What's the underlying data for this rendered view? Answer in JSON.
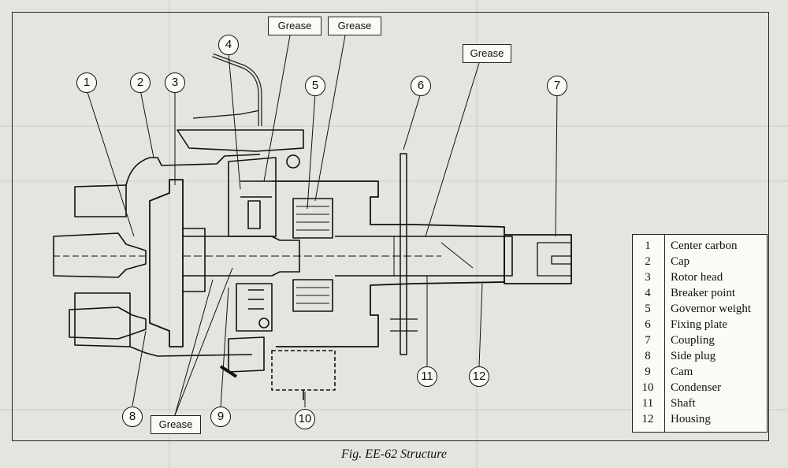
{
  "figure": {
    "caption": "Fig. EE-62  Structure"
  },
  "grease_labels": [
    "Grease",
    "Grease",
    "Grease",
    "Grease"
  ],
  "callouts": [
    "1",
    "2",
    "3",
    "4",
    "5",
    "6",
    "7",
    "8",
    "9",
    "10",
    "11",
    "12"
  ],
  "legend": {
    "rows": [
      {
        "num": "1",
        "name": "Center carbon"
      },
      {
        "num": "2",
        "name": "Cap"
      },
      {
        "num": "3",
        "name": "Rotor head"
      },
      {
        "num": "4",
        "name": "Breaker point"
      },
      {
        "num": "5",
        "name": "Governor weight"
      },
      {
        "num": "6",
        "name": "Fixing plate"
      },
      {
        "num": "7",
        "name": "Coupling"
      },
      {
        "num": "8",
        "name": "Side plug"
      },
      {
        "num": "9",
        "name": "Cam"
      },
      {
        "num": "10",
        "name": "Condenser"
      },
      {
        "num": "11",
        "name": "Shaft"
      },
      {
        "num": "12",
        "name": "Housing"
      }
    ]
  },
  "colors": {
    "paper": "#e6e4df",
    "ink": "#111111",
    "box_fill": "#fbfaf7"
  }
}
